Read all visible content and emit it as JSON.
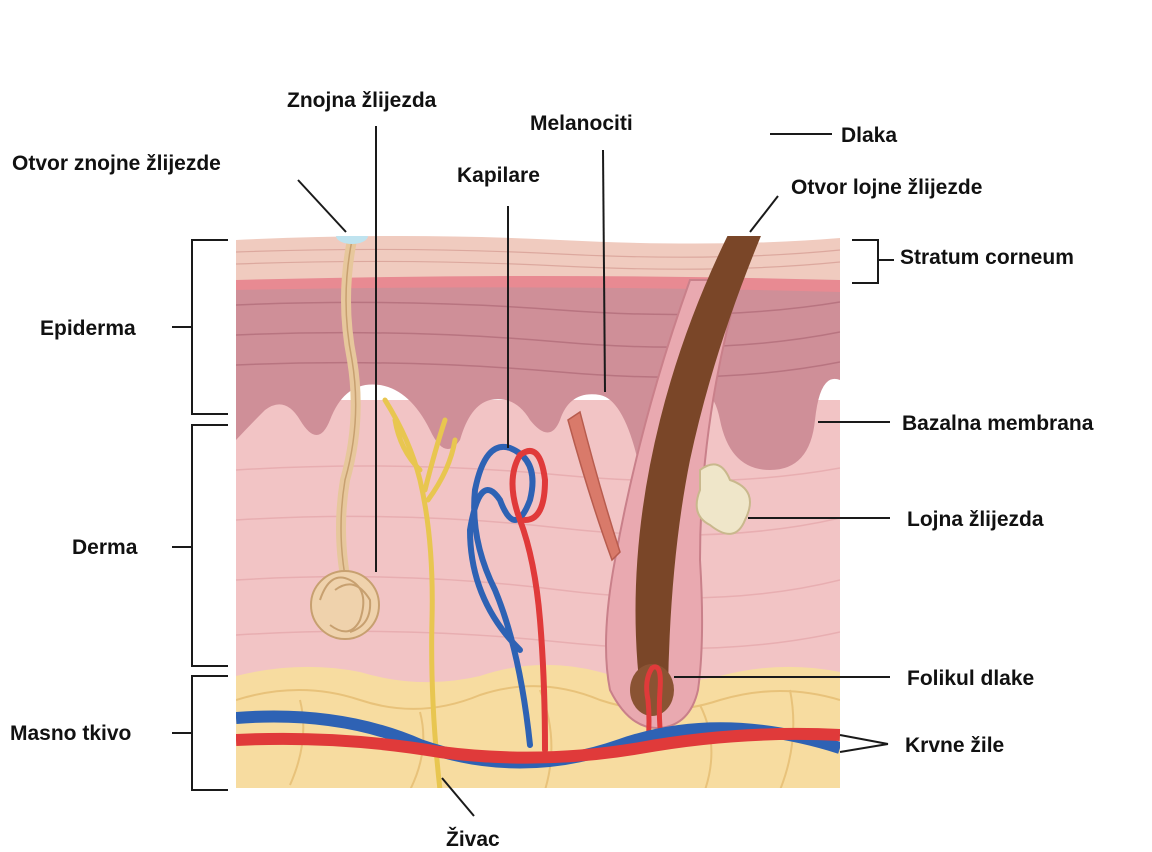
{
  "labels": {
    "sweat_pore": "Otvor znojne žlijezde",
    "sweat_gland": "Znojna žlijezda",
    "capillaries": "Kapilare",
    "melanocytes": "Melanociti",
    "hair": "Dlaka",
    "sebaceous_opening": "Otvor lojne žlijezde",
    "stratum_corneum": "Stratum corneum",
    "epidermis": "Epiderma",
    "basement_membrane": "Bazalna membrana",
    "sebaceous_gland": "Lojna žlijezda",
    "dermis": "Derma",
    "hair_follicle": "Folikul dlake",
    "fat_tissue": "Masno tkivo",
    "blood_vessels": "Krvne žile",
    "nerve": "Živac"
  },
  "colors": {
    "stratum_corneum": "#f0cbbf",
    "epidermis": "#cf8f98",
    "epidermis_dark": "#c07984",
    "dermis": "#f2c4c5",
    "fat": "#f7dca0",
    "hair": "#7a4628",
    "sebum": "#efe6c9",
    "artery": "#e03a3a",
    "vein": "#2e62b4",
    "nerve": "#e8c650",
    "sweat_duct": "#e7c79c",
    "muscle": "#d97a6a"
  }
}
